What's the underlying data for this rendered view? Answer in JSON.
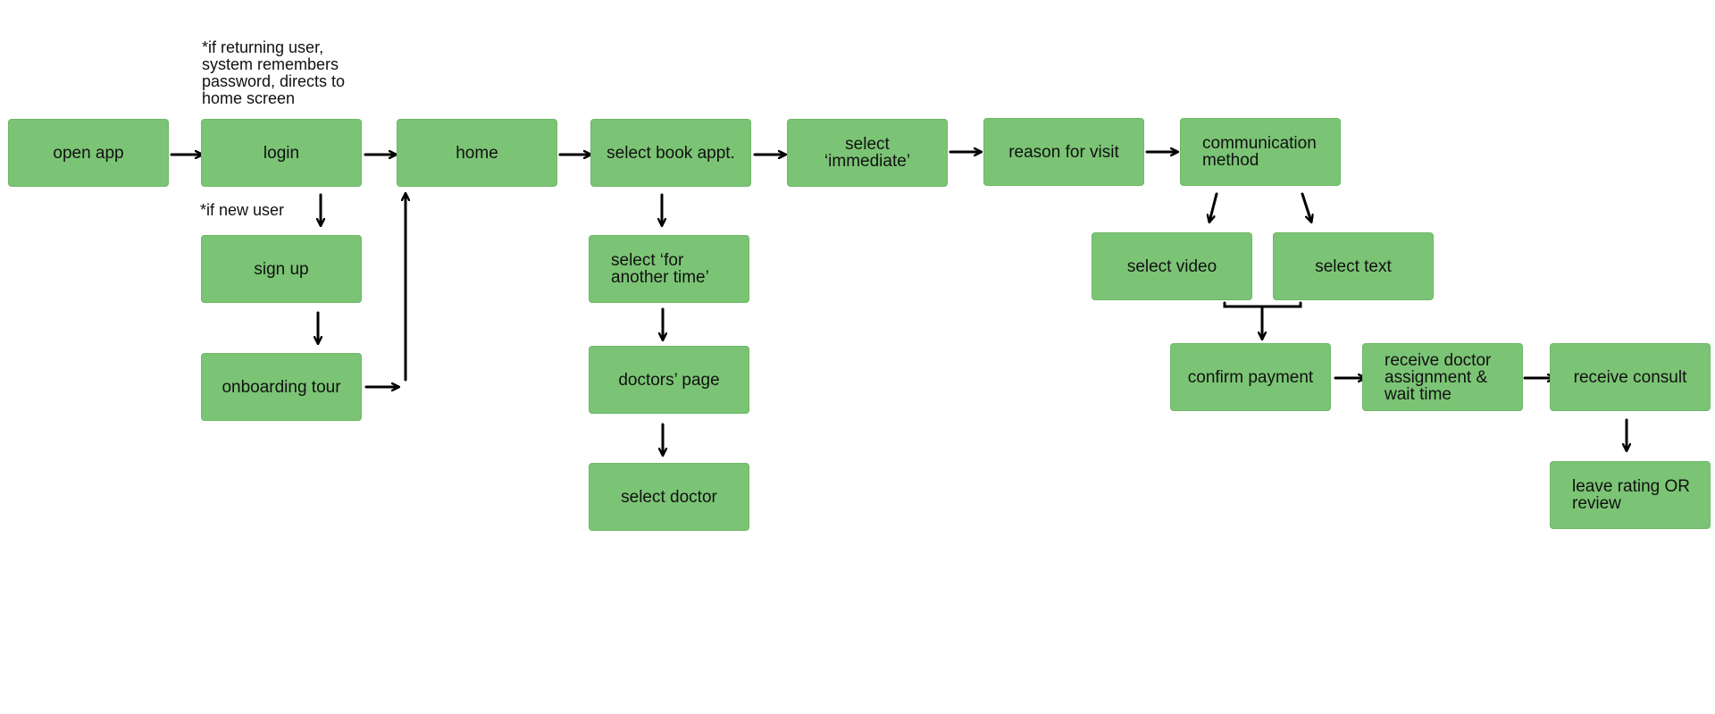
{
  "diagram": {
    "accent_fill": "#7bc475",
    "arrow_color": "#000000",
    "nodes": {
      "open_app": "open app",
      "login": "login",
      "home": "home",
      "select_book_appt": "select book appt.",
      "select_immediate": "select ‘immediate’",
      "reason_for_visit": "reason for visit",
      "communication_method": "communication method",
      "sign_up": "sign up",
      "onboarding_tour": "onboarding tour",
      "select_for_another_time": "select ‘for another time’",
      "doctors_page": "doctors’ page",
      "select_doctor": "select doctor",
      "select_video": "select video",
      "select_text": "select text",
      "confirm_payment": "confirm payment",
      "receive_doctor_assignment": "receive doctor assignment & wait time",
      "receive_consult": "receive consult",
      "leave_rating": "leave rating OR review"
    },
    "notes": {
      "returning_user": "*if returning user,\nsystem remembers\npassword, directs to\nhome screen",
      "new_user": "*if new user"
    }
  }
}
